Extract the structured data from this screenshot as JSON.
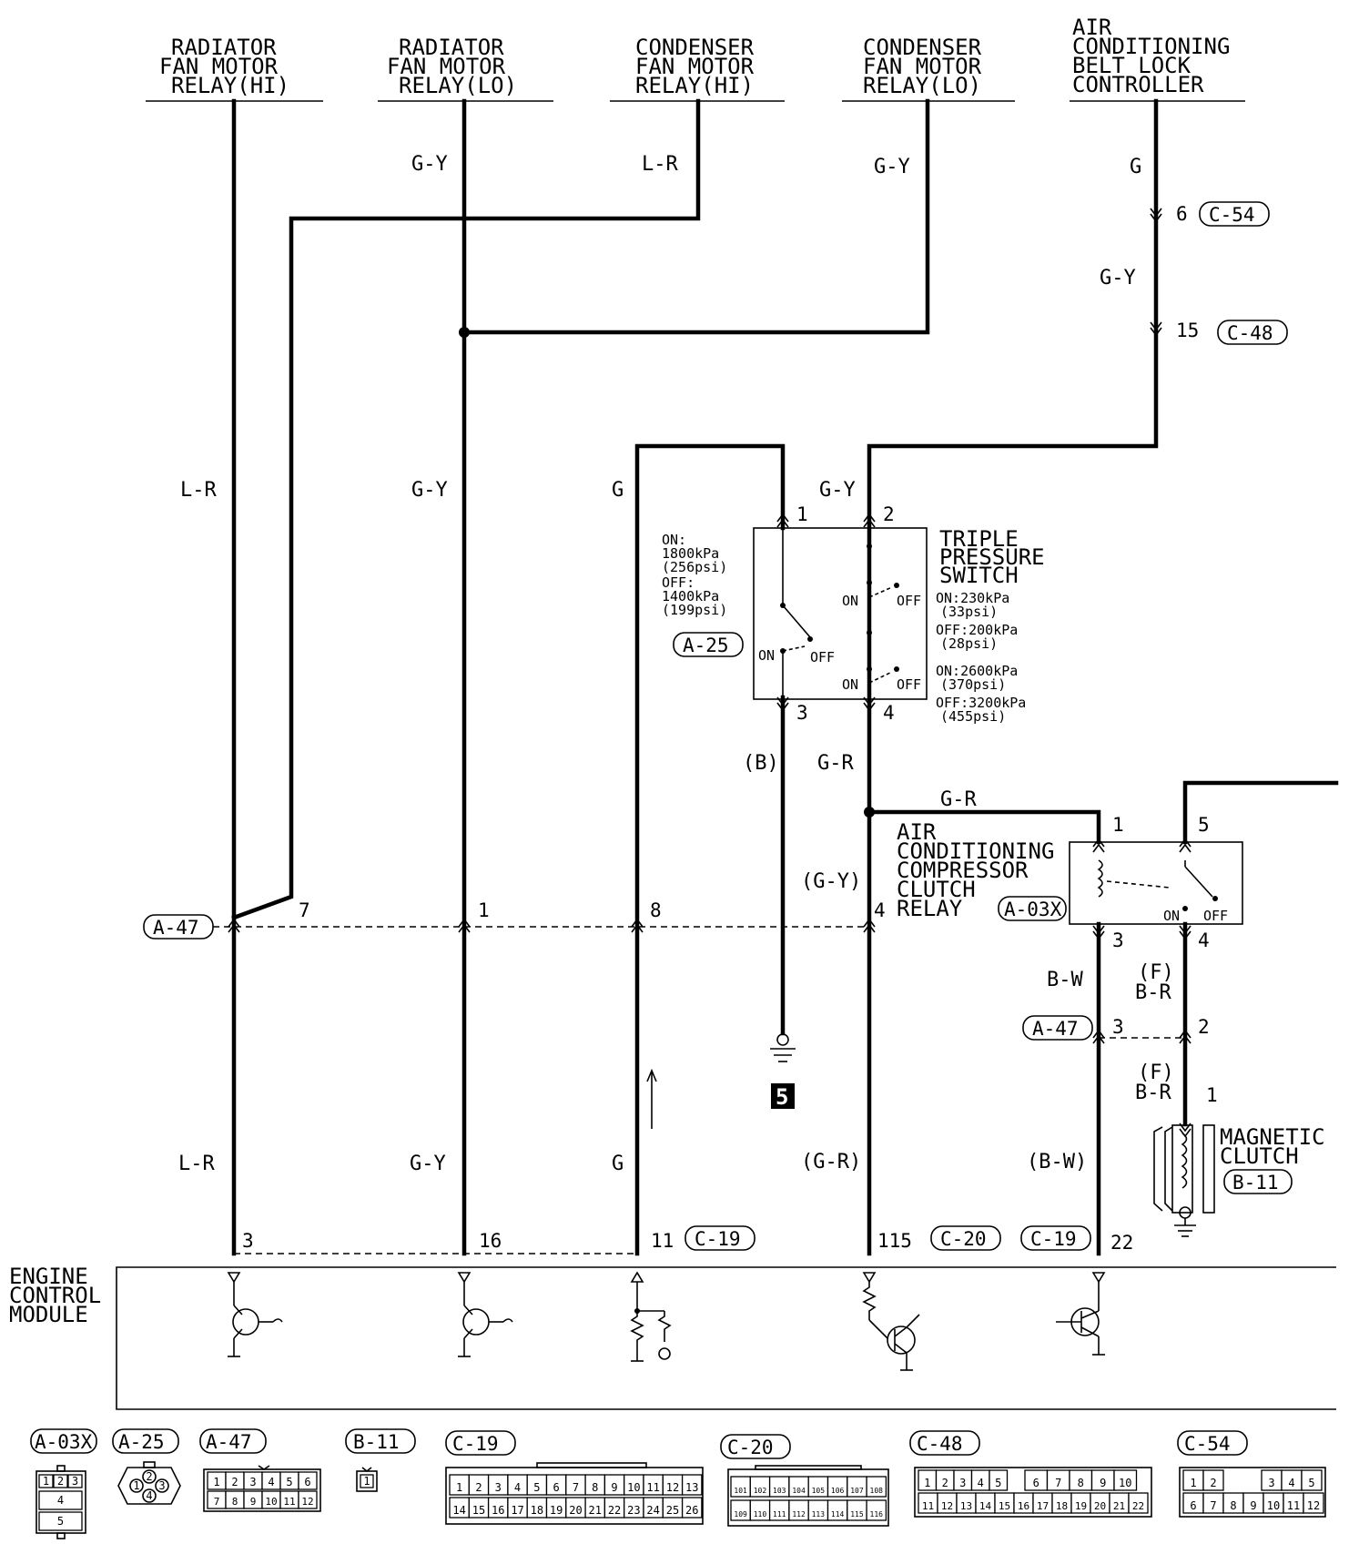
{
  "headers": [
    {
      "id": "rad-hi",
      "lines": [
        "RADIATOR",
        "FAN MOTOR",
        "RELAY(HI)"
      ]
    },
    {
      "id": "rad-lo",
      "lines": [
        "RADIATOR",
        "FAN MOTOR",
        "RELAY(LO)"
      ]
    },
    {
      "id": "cond-hi",
      "lines": [
        "CONDENSER",
        "FAN MOTOR",
        "RELAY(HI)"
      ]
    },
    {
      "id": "cond-lo",
      "lines": [
        "CONDENSER",
        "FAN MOTOR",
        "RELAY(LO)"
      ]
    },
    {
      "id": "belt-lock",
      "lines": [
        "AIR",
        "CONDITIONING",
        "BELT LOCK",
        "CONTROLLER"
      ]
    }
  ],
  "wire_labels": {
    "rad_lo_top": "G-Y",
    "cond_hi_top": "L-R",
    "cond_lo_top": "G-Y",
    "belt_top": "G",
    "belt_mid": "G-Y",
    "rad_hi_mid": "L-R",
    "rad_lo_mid": "G-Y",
    "g_mid": "G",
    "tps_in": "G-Y",
    "tps_out3": "(B)",
    "tps_out4": "G-R",
    "relay_feed": "G-R",
    "gy_paren": "(G-Y)",
    "rad_hi_low": "L-R",
    "rad_lo_low": "G-Y",
    "g_low": "G",
    "gr_low": "(G-R)",
    "bw_low": "(B-W)",
    "bw": "B-W",
    "f1": "(F)",
    "br1": "B-R",
    "f2": "(F)",
    "br2": "B-R"
  },
  "pins": {
    "c54_6": "6",
    "c48_15": "15",
    "tps_1": "1",
    "tps_2": "2",
    "tps_3": "3",
    "tps_4": "4",
    "relay_1": "1",
    "relay_5": "5",
    "relay_3": "3",
    "relay_4": "4",
    "a47_7": "7",
    "a47_1": "1",
    "a47_8": "8",
    "a47_4": "4",
    "a47_3": "3",
    "a47_2": "2",
    "clutch_1": "1",
    "ecm_3": "3",
    "ecm_16": "16",
    "ecm_11": "11",
    "ecm_115": "115",
    "ecm_22": "22"
  },
  "connectors": {
    "c54": "C-54",
    "c48": "C-48",
    "a25": "A-25",
    "a47_left": "A-47",
    "a03x": "A-03X",
    "a47_right": "A-47",
    "b11": "B-11",
    "c19": "C-19",
    "c20": "C-20",
    "c19b": "C-19"
  },
  "triple_pressure_switch": {
    "title": [
      "TRIPLE",
      "PRESSURE",
      "SWITCH"
    ],
    "left_spec": [
      "ON:",
      "1800kPa",
      "(256psi)",
      "OFF:",
      "1400kPa",
      "(199psi)"
    ],
    "right_spec_1": [
      "ON:230kPa",
      "(33psi)",
      "OFF:200kPa",
      "(28psi)"
    ],
    "right_spec_2": [
      "ON:2600kPa",
      "(370psi)",
      "OFF:3200kPa",
      "(455psi)"
    ],
    "on": "ON",
    "off": "OFF"
  },
  "compressor_relay": {
    "title": [
      "AIR",
      "CONDITIONING",
      "COMPRESSOR",
      "CLUTCH",
      "RELAY"
    ],
    "on": "ON",
    "off": "OFF"
  },
  "magnetic_clutch": {
    "title": [
      "MAGNETIC",
      "CLUTCH"
    ]
  },
  "ground_number": "5",
  "ecm": {
    "title": [
      "ENGINE",
      "CONTROL",
      "MODULE"
    ]
  },
  "legend": [
    {
      "id": "A-03X"
    },
    {
      "id": "A-25"
    },
    {
      "id": "A-47"
    },
    {
      "id": "B-11"
    },
    {
      "id": "C-19"
    },
    {
      "id": "C-20"
    },
    {
      "id": "C-48"
    },
    {
      "id": "C-54"
    }
  ],
  "legend_pins": {
    "a03x": [
      "1",
      "2",
      "3",
      "4",
      "5"
    ],
    "a25": [
      "1",
      "2",
      "3",
      "4"
    ],
    "a47": [
      "1",
      "2",
      "3",
      "4",
      "5",
      "6",
      "7",
      "8",
      "9",
      "10",
      "11",
      "12"
    ],
    "b11": [
      "1"
    ],
    "c19_row1": [
      "1",
      "2",
      "3",
      "4",
      "5",
      "6",
      "7",
      "8",
      "9",
      "10",
      "11",
      "12",
      "13"
    ],
    "c19_row2": [
      "14",
      "15",
      "16",
      "17",
      "18",
      "19",
      "20",
      "21",
      "22",
      "23",
      "24",
      "25",
      "26"
    ],
    "c20_row1": [
      "101",
      "102",
      "103",
      "104",
      "105",
      "106",
      "107",
      "108"
    ],
    "c20_row2": [
      "109",
      "110",
      "111",
      "112",
      "113",
      "114",
      "115",
      "116"
    ],
    "c48_row1": [
      "1",
      "2",
      "3",
      "4",
      "5",
      "6",
      "7",
      "8",
      "9",
      "10"
    ],
    "c48_row2": [
      "11",
      "12",
      "13",
      "14",
      "15",
      "16",
      "17",
      "18",
      "19",
      "20",
      "21",
      "22"
    ],
    "c54_row1": [
      "1",
      "2",
      "3",
      "4",
      "5"
    ],
    "c54_row2": [
      "6",
      "7",
      "8",
      "9",
      "10",
      "11",
      "12"
    ]
  }
}
